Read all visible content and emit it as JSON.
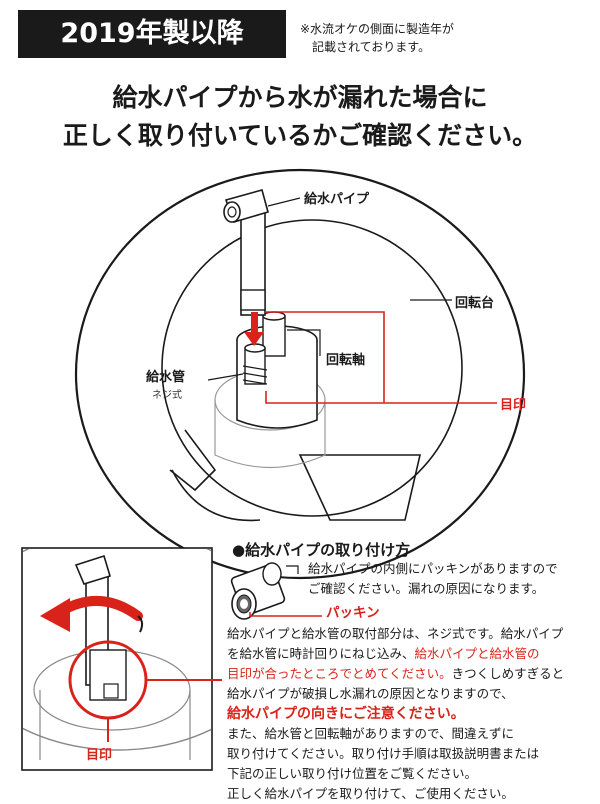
{
  "badge": {
    "text": "2019年製以降"
  },
  "note": {
    "line1": "※水流オケの側面に製造年が",
    "line2": "記載されております。"
  },
  "headline": {
    "line1": "給水パイプから水が漏れた場合に",
    "line2": "正しく取り付いているかご確認ください。"
  },
  "diagram": {
    "pipe_label": "給水パイプ",
    "turntable_label": "回転台",
    "shaft_label": "回転軸",
    "supply_label": "給水管",
    "screw_label": "ネジ式",
    "mark_label": "目印"
  },
  "inset": {
    "mark_label": "目印"
  },
  "section": {
    "title": "●給水パイプの取り付け方",
    "box_line1": "給水パイプの内側にパッキンがありますので",
    "box_line2": "ご確認ください。漏れの原因になります。",
    "packing_label": "パッキン",
    "p1": "給水パイプと給水管の取付部分は、ネジ式です。給水パイプ",
    "p2": "を給水管に時計回りにねじ込み、",
    "p2_red": "給水パイプと給水管の",
    "p3_red": "目印が合ったところでとめてください。",
    "p3": "きつくしめすぎると",
    "p4": "給水パイプが破損し水漏れの原因となりますので、",
    "p5_red": "給水パイプの向きにご注意ください。",
    "p6": "また、給水管と回転軸がありますので、間違えずに",
    "p7": "取り付けてください。取り付け手順は取扱説明書または",
    "p8": "下記の正しい取り付け位置をご覧ください。",
    "p9": "正しく給水パイプを取り付けて、ご使用ください。"
  }
}
